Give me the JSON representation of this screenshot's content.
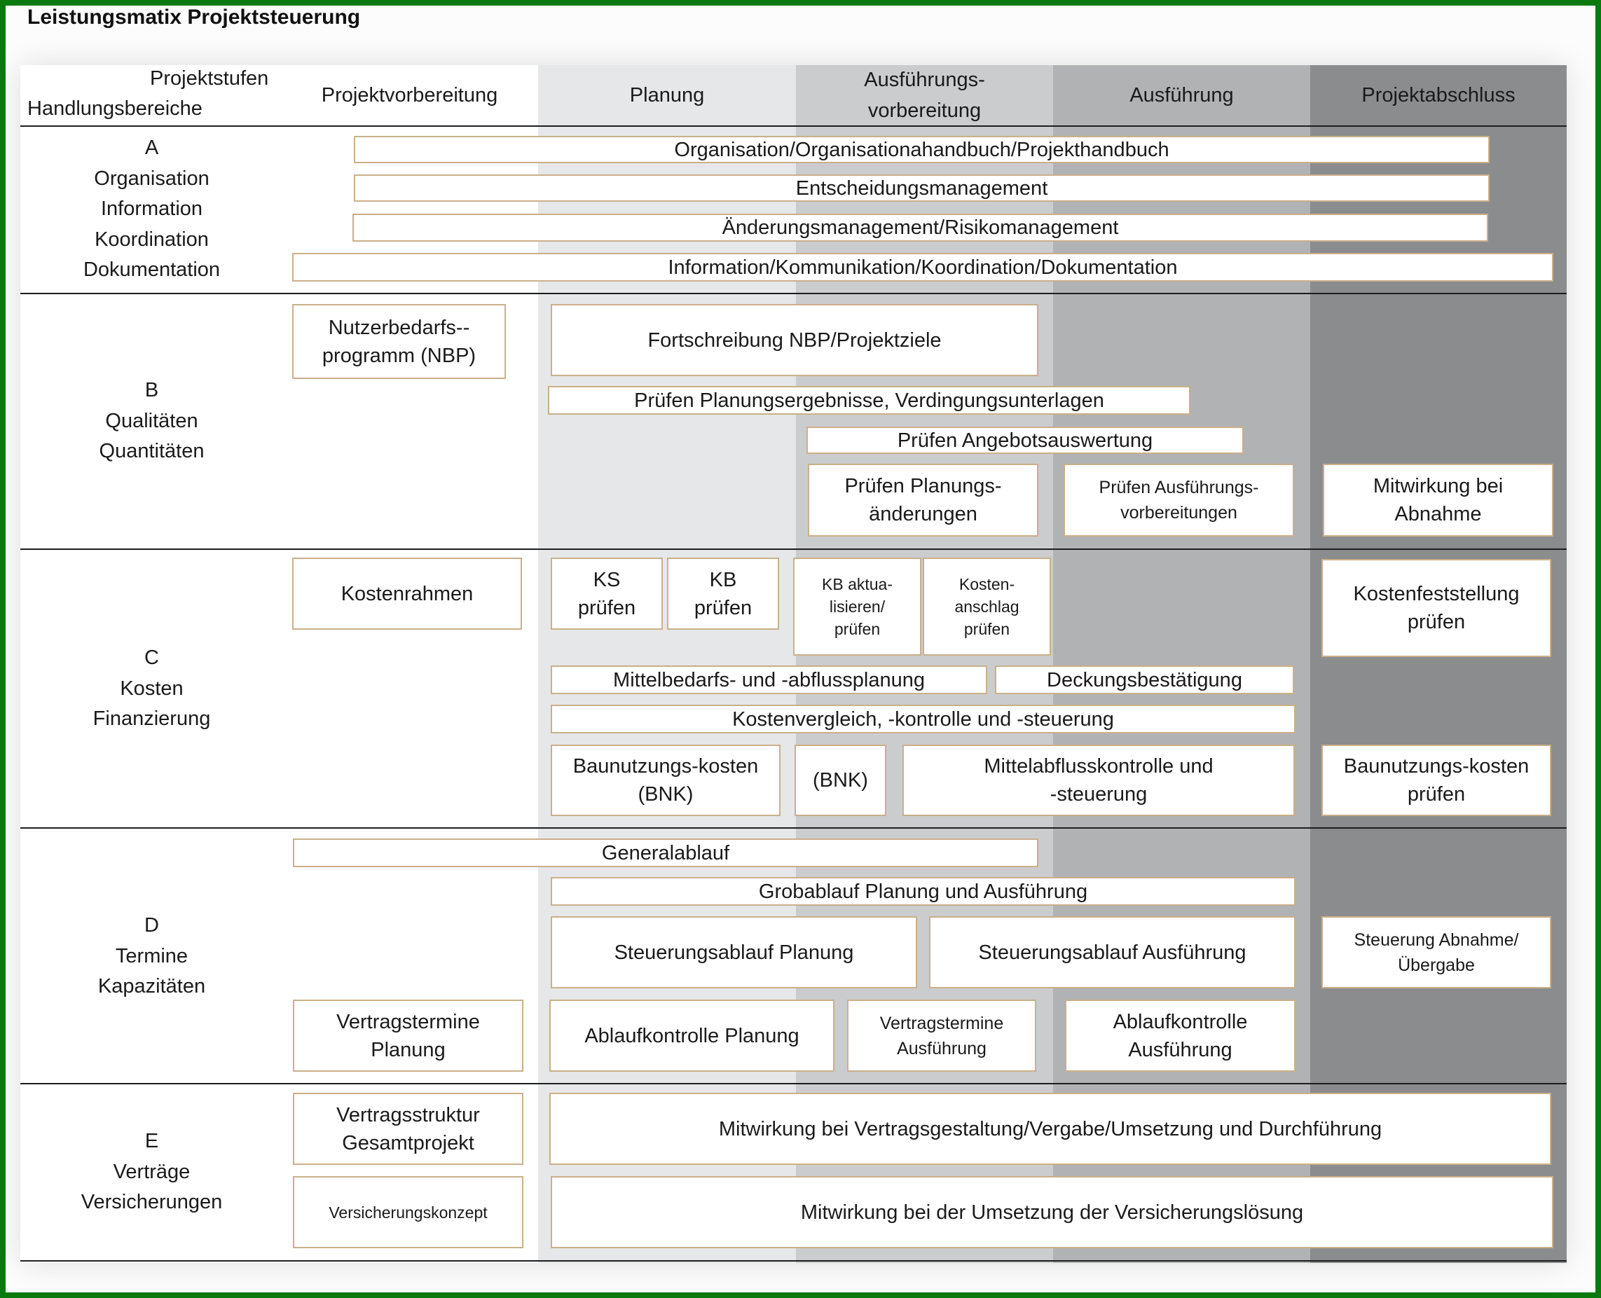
{
  "title": "Leistungsmatix Projektsteuerung",
  "header": {
    "corner_top": "Projektstufen",
    "corner_bottom": "Handlungsbereiche",
    "columns": [
      {
        "label": "Projektvorbereitung",
        "color": "#ffffff"
      },
      {
        "label": "Planung",
        "color": "#e6e7e8"
      },
      {
        "label": "Ausführungs-\nvorbereitung",
        "color": "#cbcccd"
      },
      {
        "label": "Ausführung",
        "color": "#b1b2b3"
      },
      {
        "label": "Projektabschluss",
        "color": "#8b8c8d"
      }
    ]
  },
  "rows": {
    "A": {
      "label": "A\nOrganisation\nInformation\nKoordination\nDokumentation"
    },
    "B": {
      "label": "B\nQualitäten\nQuantitäten"
    },
    "C": {
      "label": "C\nKosten\nFinanzierung"
    },
    "D": {
      "label": "D\nTermine\nKapazitäten"
    },
    "E": {
      "label": "E\nVerträge\nVersicherungen"
    }
  },
  "tasks": {
    "a1": "Organisation/Organisationahandbuch/Projekthandbuch",
    "a2": "Entscheidungsmanagement",
    "a3": "Änderungsmanagement/Risikomanagement",
    "a4": "Information/Kommunikation/Koordination/Dokumentation",
    "b1": "Nutzerbedarfs--\nprogramm (NBP)",
    "b2": "Fortschreibung NBP/Projektziele",
    "b3": "Prüfen Planungsergebnisse, Verdingungsunterlagen",
    "b4": "Prüfen Angebotsauswertung",
    "b5": "Prüfen Planungs-\nänderungen",
    "b6": "Prüfen Ausführungs-\nvorbereitungen",
    "b7": "Mitwirkung bei\nAbnahme",
    "c1": "Kostenrahmen",
    "c2": "KS\nprüfen",
    "c3": "KB\nprüfen",
    "c4": "KB aktua-\nlisieren/\nprüfen",
    "c5": "Kosten-\nanschlag\nprüfen",
    "c6": "Kostenfeststellung\nprüfen",
    "c7": "Mittelbedarfs- und -abflussplanung",
    "c8": "Deckungsbestätigung",
    "c9": "Kostenvergleich, -kontrolle und -steuerung",
    "c10": "Baunutzungs-kosten\n(BNK)",
    "c11": "(BNK)",
    "c12": "Mittelabflusskontrolle und\n-steuerung",
    "c13": "Baunutzungs-kosten\nprüfen",
    "d1": "Generalablauf",
    "d2": "Grobablauf Planung und Ausführung",
    "d3": "Steuerungsablauf Planung",
    "d4": "Steuerungsablauf Ausführung",
    "d5": "Steuerung Abnahme/\nÜbergabe",
    "d6": "Vertragstermine\nPlanung",
    "d7": "Ablaufkontrolle Planung",
    "d8": "Vertragstermine\nAusführung",
    "d9": "Ablaufkontrolle\nAusführung",
    "e1": "Vertragsstruktur\nGesamtprojekt",
    "e2": "Mitwirkung bei Vertragsgestaltung/Vergabe/Umsetzung und Durchführung",
    "e3": "Versicherungskonzept",
    "e4": "Mitwirkung bei der Umsetzung der Versicherungslösung"
  }
}
